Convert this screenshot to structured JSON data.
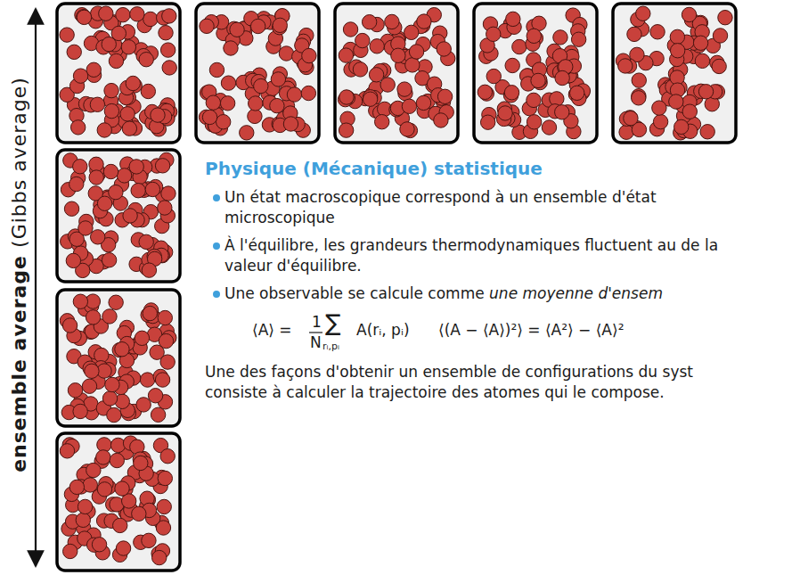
{
  "diagram": {
    "title": "Physique (Mécanique) statistique",
    "labels": [
      "ensemble average",
      "(Gibbs average)",
      "Un état macroscopique correspond à un ensemble d'état microscopique",
      "À l'équilibre, les grandeurs thermodynamiques fluctuent au de la valeur d'équilibre.",
      "Une observable se calcule comme",
      "une moyenne d'ensem",
      "⟨A⟩ =",
      "1",
      "N",
      "∑",
      "rᵢ,pᵢ",
      "A(rᵢ, pᵢ)",
      "⟨(A − ⟨A⟩)²⟩ = ⟨A²⟩ − ⟨A⟩²",
      "Une des façons d'obtenir un ensemble de configurations du syst consiste à calculer la trajectoire des atomes qui le compose."
    ]
  }
}
